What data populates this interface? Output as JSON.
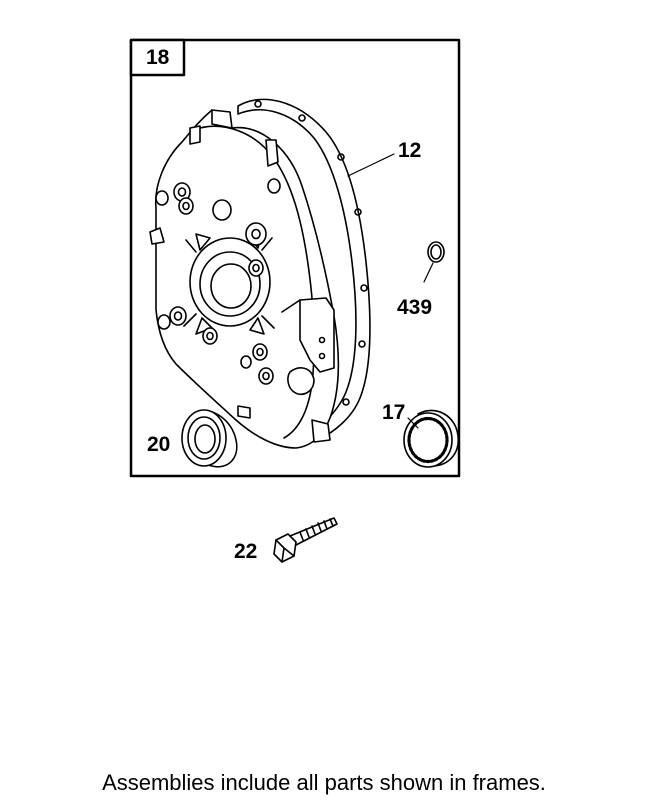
{
  "diagram": {
    "frame_label": "18",
    "callouts": [
      {
        "id": "cover-gasket",
        "text": "12"
      },
      {
        "id": "o-ring",
        "text": "439"
      },
      {
        "id": "bearing",
        "text": "17"
      },
      {
        "id": "oil-seal",
        "text": "20"
      },
      {
        "id": "bolt",
        "text": "22"
      }
    ],
    "footer_note": "Assemblies include all parts shown in frames."
  }
}
